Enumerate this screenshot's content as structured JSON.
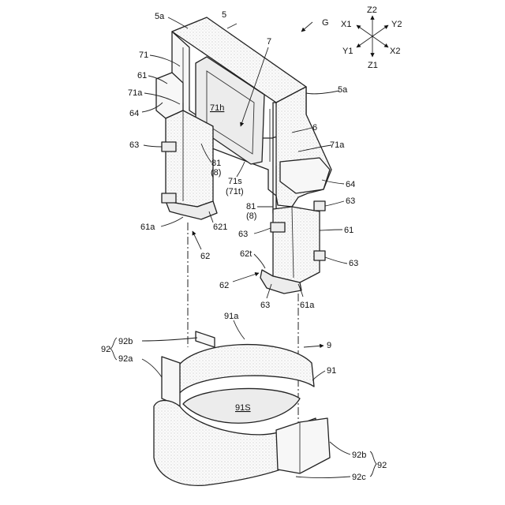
{
  "labels": {
    "part_5": "5",
    "part_5a_left": "5a",
    "part_5a_right": "5a",
    "part_7": "7",
    "part_71": "71",
    "part_71h": "71h",
    "part_61_top": "61",
    "part_71a_left": "71a",
    "part_64_left": "64",
    "part_6": "6",
    "part_71a_right": "71a",
    "part_63_a": "63",
    "part_81_a": "81",
    "part_8_a": "(8)",
    "part_71s": "71s",
    "part_71t": "(71t)",
    "part_64_right": "64",
    "part_63_b": "63",
    "part_81_b": "81",
    "part_8_b": "(8)",
    "part_61a_left": "61a",
    "part_621": "621",
    "part_63_c": "63",
    "part_61_right": "61",
    "part_62_left": "62",
    "part_62t": "62t",
    "part_63_d": "63",
    "part_62_right": "62",
    "part_63_e": "63",
    "part_61a_right": "61a",
    "part_91a": "91a",
    "part_92b_top": "92b",
    "part_92_left": "92",
    "part_92a": "92a",
    "part_9": "9",
    "part_91": "91",
    "part_91S": "91S",
    "part_92b_bottom": "92b",
    "part_92_right": "92",
    "part_92c": "92c",
    "part_G": "G"
  },
  "axes": {
    "z2": "Z2",
    "z1": "Z1",
    "x1": "X1",
    "x2": "X2",
    "y1": "Y1",
    "y2": "Y2"
  }
}
